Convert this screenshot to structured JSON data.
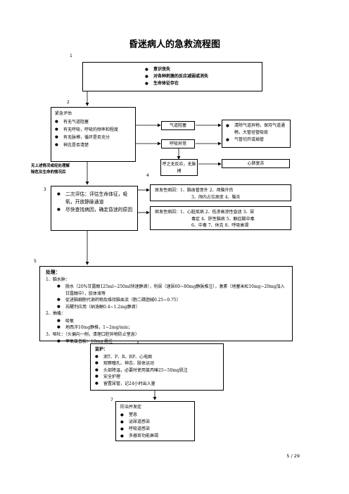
{
  "title": "昏迷病人的急救流程图",
  "step_numbers": [
    "1",
    "2",
    "3",
    "4",
    "5",
    "6",
    "7"
  ],
  "box1": {
    "items": [
      "意识丧失",
      "对各种刺激的反应减弱或消失",
      "生命体征存在"
    ]
  },
  "box2": {
    "heading": "紧急评估",
    "items": [
      "有无气道阻塞",
      "有无呼吸，呼吸的频率和程度",
      "有无脉搏，循环是否充分",
      "神志是否清楚"
    ]
  },
  "airway_block": "气道阻塞",
  "breathing_abnormal": "呼吸异常",
  "airway_actions": [
    "清除气道异物，保持气道通畅，大管径管吸痰",
    "气管切开或插管"
  ],
  "no_pulse": "呼之无反应，无脉搏",
  "cpr": "心肺复苏",
  "side_note": "无上述情况或经处理解除危及生命的情况后",
  "box3": {
    "items": [
      "二次评估：评估生命体征，吸氧，开放静脉通道",
      "尽快查找病因，确定昏迷的原因"
    ]
  },
  "primary_causes": {
    "label": "原发性病因：",
    "line1": "1、脑血管意外 2、颅脑外伤",
    "line2": "3、颅内占位病变 4、脑炎"
  },
  "secondary_causes": {
    "label": "继发性病因：",
    "line1": "1、心脏疾病 2、低渗高渗性昏迷 3、尿",
    "line2": "毒症 4、肝性脑病 5、酮症酸中毒",
    "line3": "6、中毒 7、休克 8、呼吸衰竭"
  },
  "treatment": {
    "heading": "处理：",
    "sec1": "1、脑水肿：",
    "sec1_items": [
      "脱水（20%甘露醇125ml~250ml快速静滴），利尿（速尿60~80mg静脉推注），激素（地塞米松10mg~20mg加入甘露醇中），胶体液等",
      "促进脑细胞代谢药物及维持脑血流（胞二磷胆碱0.25~0.75）",
      "苏醒剂应用（纳洛酮0.4~1.2mg静滴）"
    ],
    "sec2": "2、抽搐：",
    "sec2_items": [
      "吸氧",
      "地西泮10mg静推，1~2mg/min；"
    ],
    "sec3": "3、呕吐：（头偏向一侧，清理口腔异物防止窒息）",
    "sec3_items": [
      "甲氧氯普胺：10mg 肌注"
    ]
  },
  "monitoring": {
    "heading": "监护：",
    "items": [
      "测T、P、R、BP、心电图",
      "观察瞳孔、神志、肢体运动",
      "头部降温，必要时使用氯丙嗪25~50mg肌注",
      "安全护理",
      "留置尿管，记24小时出入量"
    ]
  },
  "complications": {
    "heading": "防治并发症",
    "items": [
      "窒息",
      "泌尿道感染",
      "呼吸道感染",
      "多器官功能衰竭"
    ]
  },
  "page_number": "5 / 29"
}
